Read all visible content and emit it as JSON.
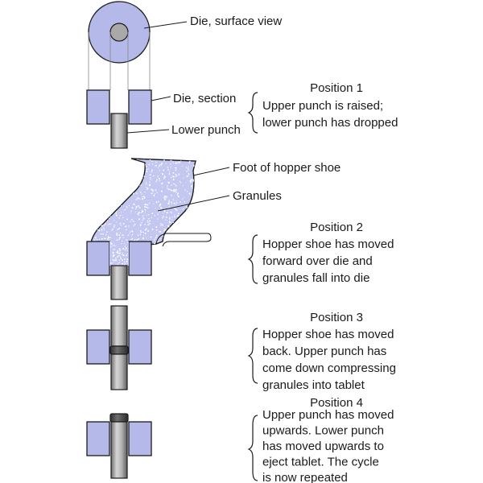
{
  "labels": {
    "die_surface": "Die, surface view",
    "die_section": "Die, section",
    "lower_punch": "Lower punch",
    "hopper_foot": "Foot of hopper shoe",
    "granules": "Granules"
  },
  "positions": [
    {
      "title": "Position 1",
      "lines": [
        "Upper punch is raised;",
        "lower punch has dropped"
      ]
    },
    {
      "title": "Position 2",
      "lines": [
        "Hopper shoe has moved",
        "forward over die and",
        "granules fall into die"
      ]
    },
    {
      "title": "Position 3",
      "lines": [
        "Hopper shoe has moved",
        "back. Upper punch has",
        "come down compressing",
        "granules into tablet"
      ]
    },
    {
      "title": "Position 4",
      "lines": [
        "Upper punch has moved",
        "upwards. Lower punch",
        "has moved upwards to",
        "eject tablet. The cycle",
        "is now repeated"
      ]
    }
  ],
  "colors": {
    "die": "#b5b9ea",
    "granules": "#c4c8f0",
    "punch": "#a8a8a8",
    "tablet": "#4a4a4a"
  }
}
